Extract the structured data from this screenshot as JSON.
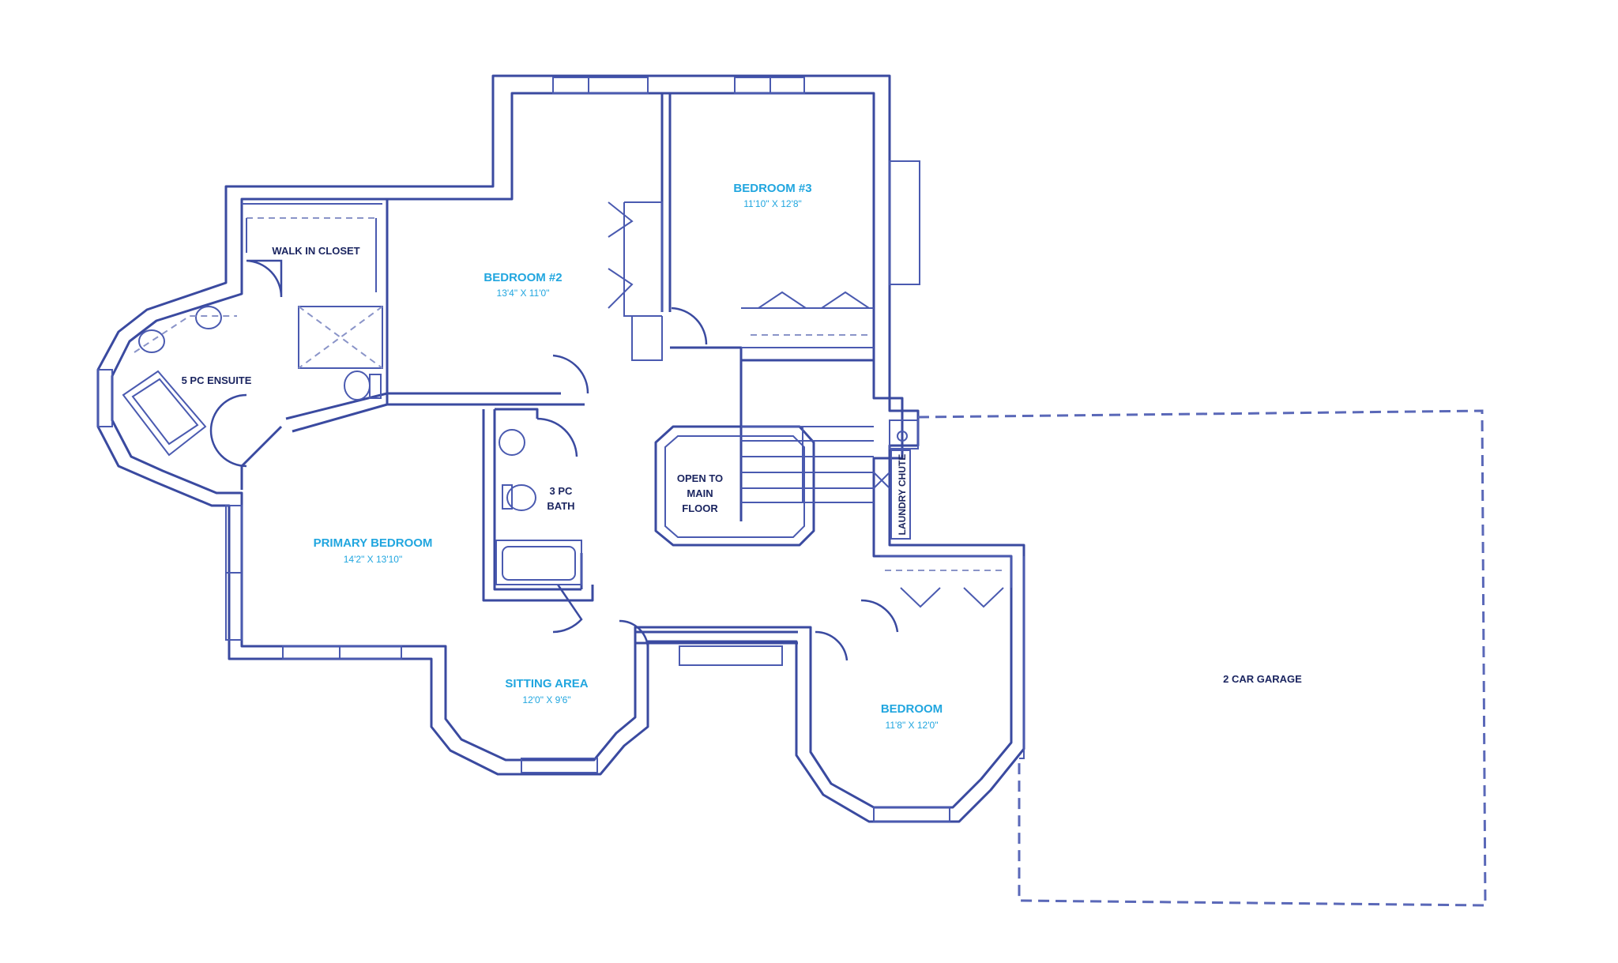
{
  "rooms": {
    "bedroom3": {
      "name": "BEDROOM #3",
      "dims": "11'10\" X 12'8\""
    },
    "bedroom2": {
      "name": "BEDROOM #2",
      "dims": "13'4\" X 11'0\""
    },
    "walk_in_closet": {
      "name": "WALK IN CLOSET"
    },
    "ensuite": {
      "name": "5 PC ENSUITE"
    },
    "bath3": {
      "line1": "3 PC",
      "line2": "BATH"
    },
    "open_to_main": {
      "line1": "OPEN TO",
      "line2": "MAIN",
      "line3": "FLOOR"
    },
    "laundry_chute": {
      "name": "LAUNDRY CHUTE"
    },
    "primary_bedroom": {
      "name": "PRIMARY BEDROOM",
      "dims": "14'2\" X 13'10\""
    },
    "sitting_area": {
      "name": "SITTING AREA",
      "dims": "12'0\" X 9'6\""
    },
    "bedroom": {
      "name": "BEDROOM",
      "dims": "11'8\" X 12'0\""
    },
    "garage": {
      "name": "2 CAR GARAGE"
    }
  },
  "colors": {
    "line": "#3a4aa0",
    "room_label": "#21a6df",
    "dark_label": "#1b2560"
  }
}
